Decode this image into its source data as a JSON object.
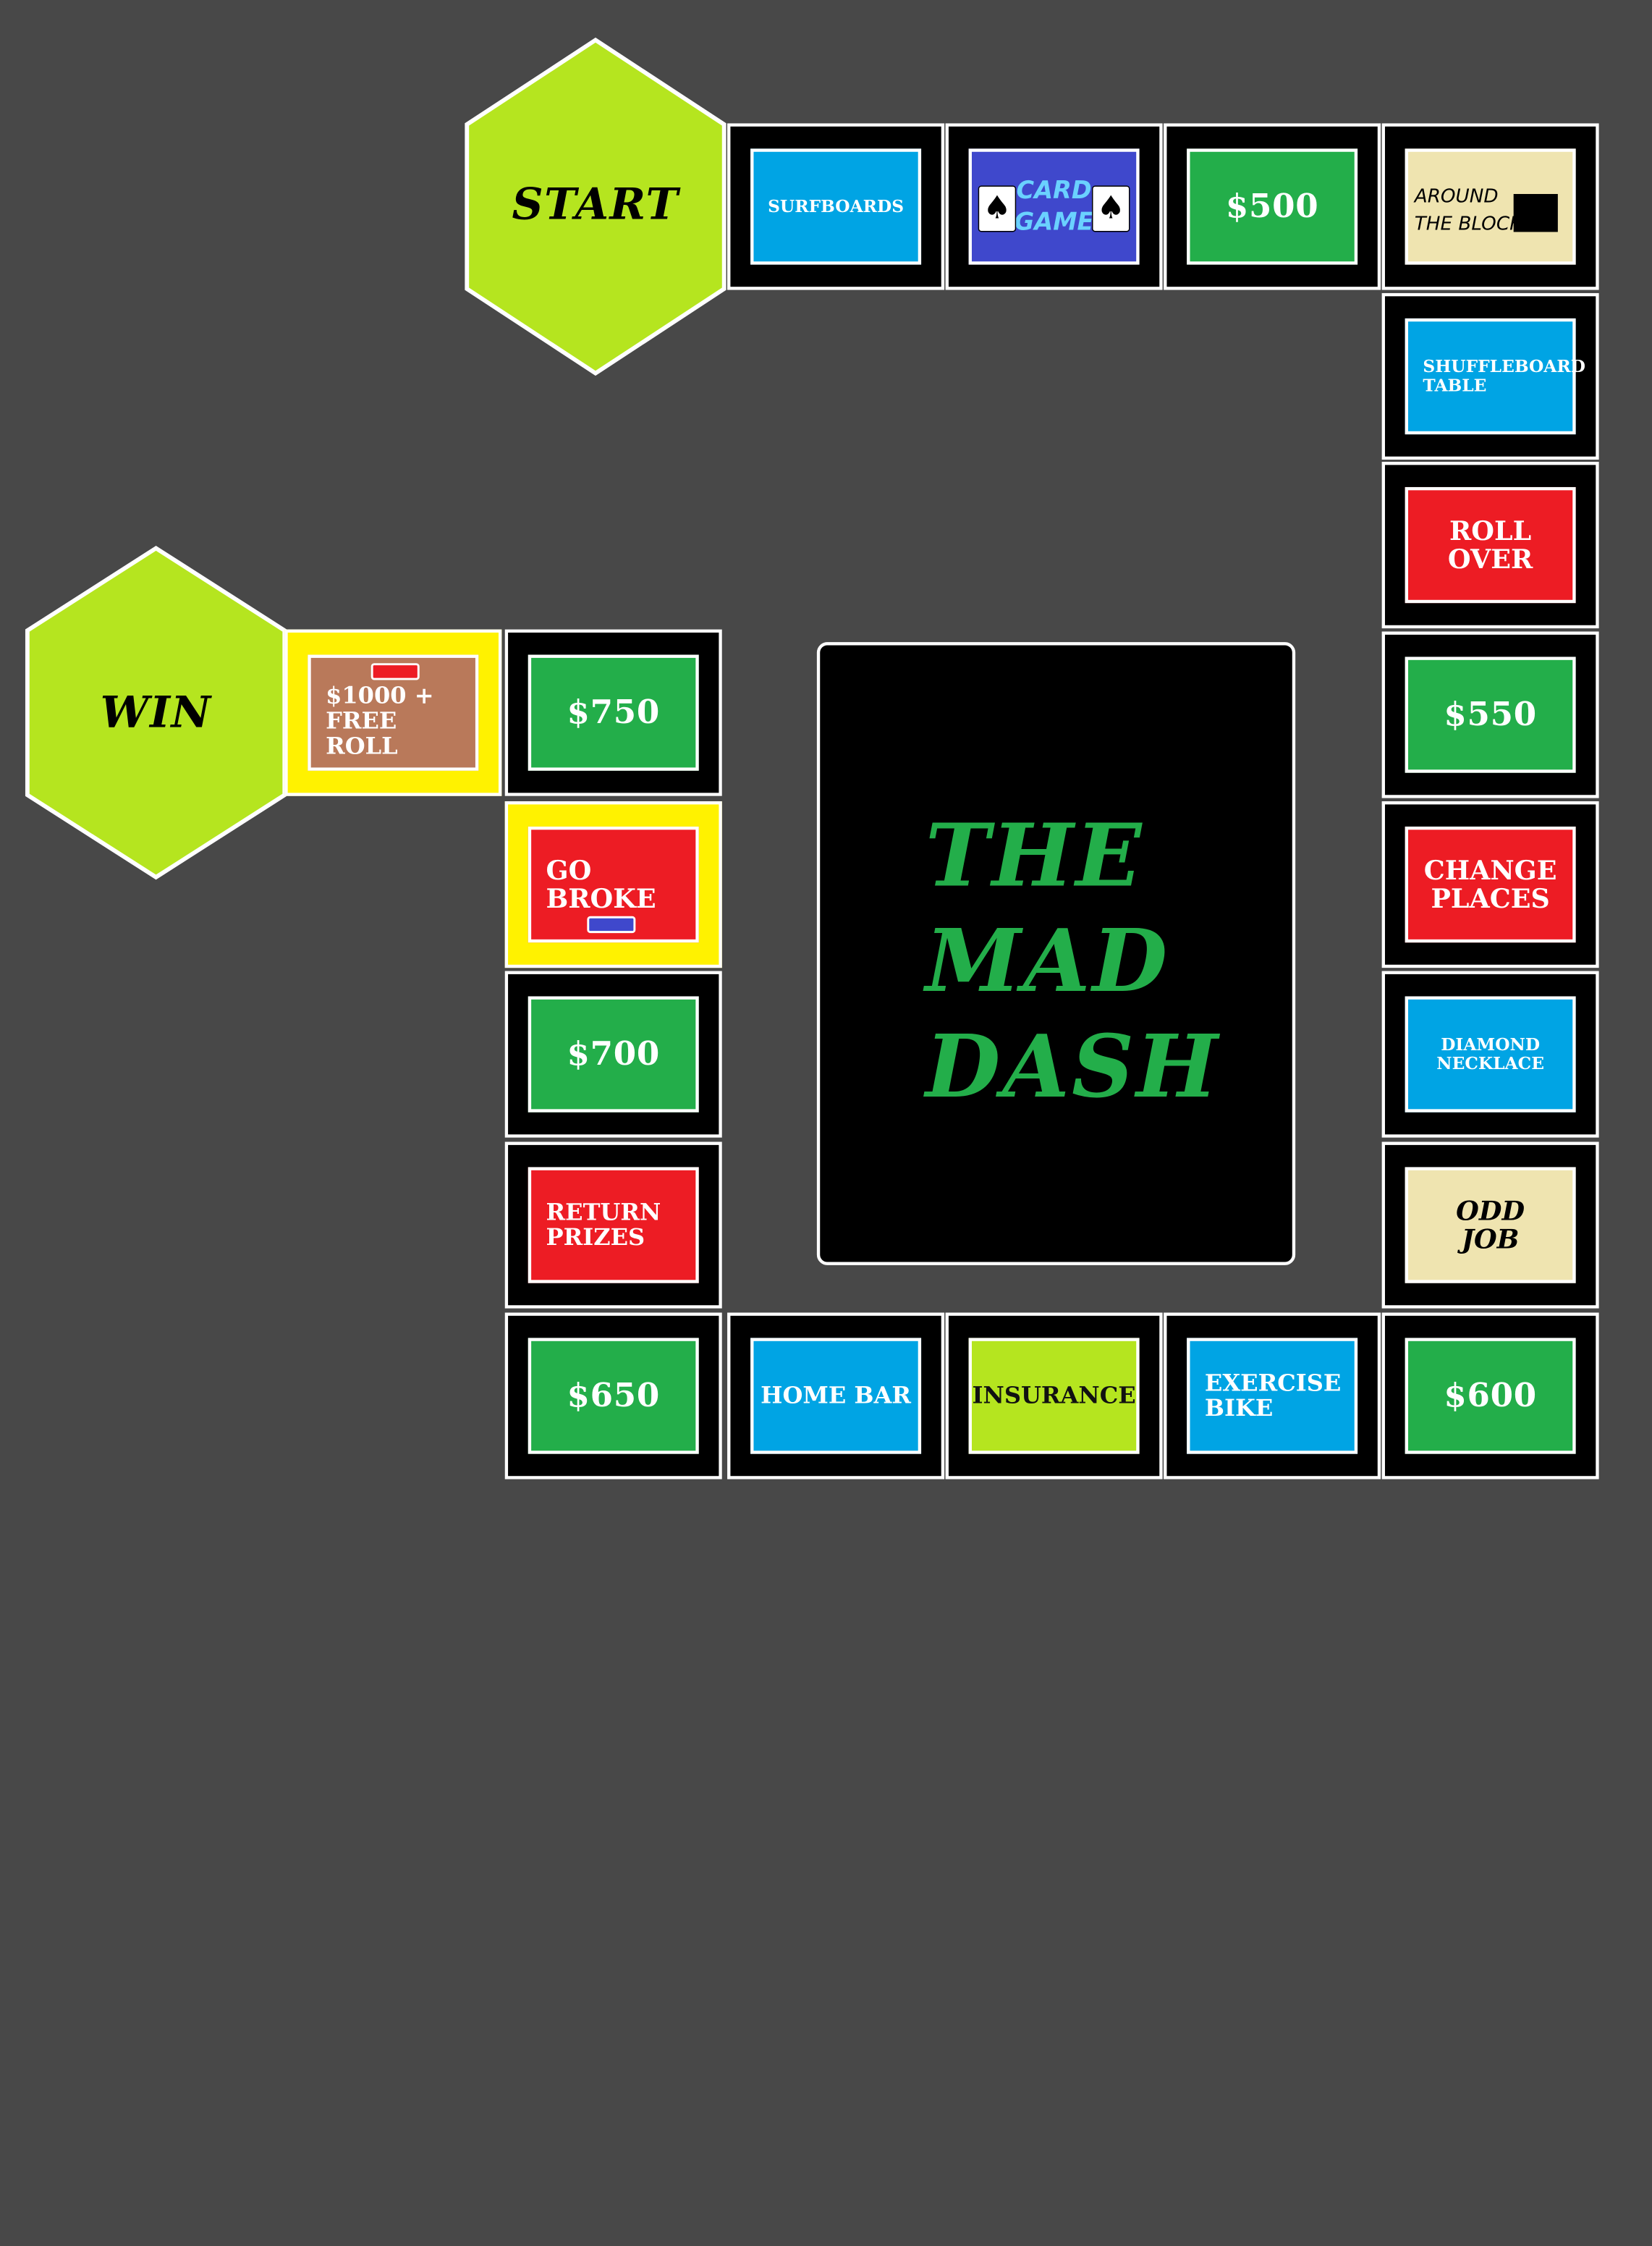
{
  "board": {
    "title_text": "THE\nMAD\nDASH",
    "start": "START",
    "win": "WIN",
    "top_row": {
      "surfboards": "SURFBOARDS",
      "card_game": "CARD\nGAME",
      "card_icon": "spade-ace-icon",
      "money_500": "$500",
      "around_block": "AROUND\nTHE BLOCK"
    },
    "right_col": {
      "shuffleboard": "SHUFFLEBOARD\nTABLE",
      "roll_over": "ROLL\nOVER",
      "money_550": "$550",
      "change_places": "CHANGE\nPLACES",
      "diamond": "DIAMOND\nNECKLACE",
      "odd_job": "ODD\nJOB",
      "money_600": "$600"
    },
    "bottom_row": {
      "exercise_bike": "EXERCISE\nBIKE",
      "insurance": "INSURANCE",
      "home_bar": "HOME BAR",
      "money_650": "$650"
    },
    "left_col": {
      "return_prizes": "RETURN\nPRIZES",
      "money_700": "$700",
      "go_broke": "GO\nBROKE",
      "money_750": "$750",
      "free_roll": "$1000 +\nFREE ROLL"
    },
    "colors": {
      "background": "#484848",
      "money": "#23ae4a",
      "prize": "#00a4e4",
      "penalty": "#ed1c24",
      "special": "#efe4b0",
      "hex": "#b5e51f",
      "highlight": "#fff200",
      "title": "#23ae4a"
    }
  }
}
